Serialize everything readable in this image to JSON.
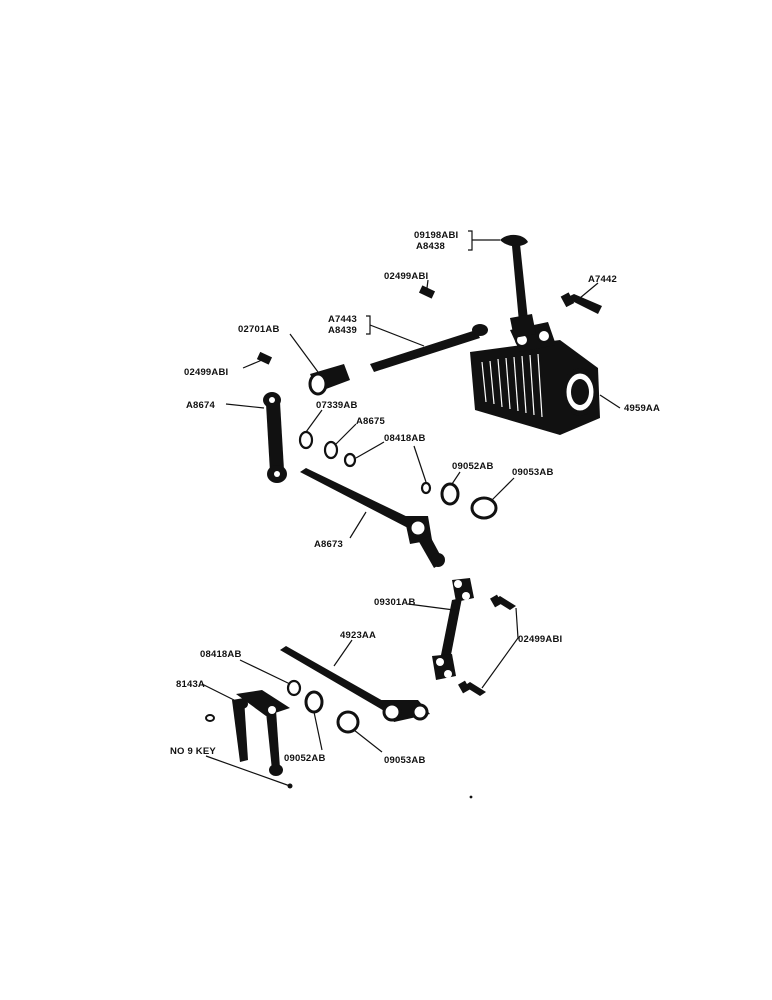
{
  "labels": {
    "l_09198ABI": "09198ABI",
    "l_A8438": "A8438",
    "l_02499ABI_top": "02499ABI",
    "l_A7442": "A7442",
    "l_A7443": "A7443",
    "l_A8439": "A8439",
    "l_02701AB": "02701AB",
    "l_02499ABI_left": "02499ABI",
    "l_A8674": "A8674",
    "l_07339AB": "07339AB",
    "l_A8675": "A8675",
    "l_08418AB_top": "08418AB",
    "l_09052AB_top": "09052AB",
    "l_09053AB_top": "09053AB",
    "l_4959AA": "4959AA",
    "l_A8673": "A8673",
    "l_09301AB": "09301AB",
    "l_02499ABI_right": "02499ABI",
    "l_4923AA": "4923AA",
    "l_08418AB_bottom": "08418AB",
    "l_8143A": "8143A",
    "l_NO9KEY": "NO 9 KEY",
    "l_09052AB_bottom": "09052AB",
    "l_09053AB_bottom": "09053AB"
  },
  "colors": {
    "ink": "#111111",
    "paper": "#ffffff"
  }
}
